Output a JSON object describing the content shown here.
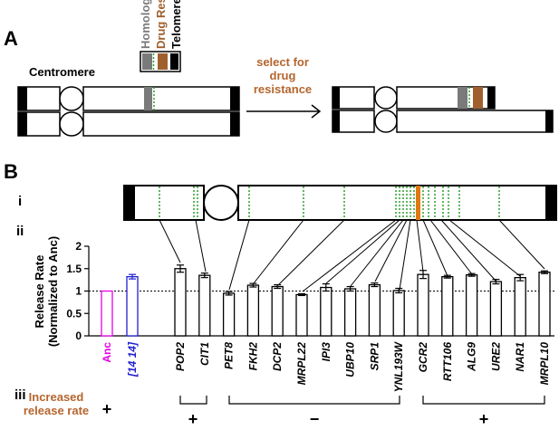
{
  "panels": {
    "a": "A",
    "b": "B"
  },
  "panel_a": {
    "cassette_labels": {
      "homology": "Homology",
      "drug_res": "Drug Res.",
      "telomere": "Telomere"
    },
    "centromere": "Centromere",
    "arrow_label": [
      "select for",
      "drug",
      "resistance"
    ],
    "colors": {
      "homology": "#7a7a7a",
      "drug_res": "#a0602e",
      "telomere": "#000000",
      "green": "#2e9e2e"
    }
  },
  "panel_b": {
    "sub_i": "i",
    "sub_ii": "ii",
    "sub_iii": "iii",
    "increased_label": [
      "Increased",
      "release rate"
    ],
    "groups": [
      {
        "sign": "+"
      },
      {
        "sign": "+"
      },
      {
        "sign": "−"
      },
      {
        "sign": "+"
      }
    ]
  },
  "chart_data": {
    "type": "bar",
    "ylabel": [
      "Release Rate",
      "(Normalized to Anc)"
    ],
    "ylim": [
      0,
      2
    ],
    "yticks": [
      "0",
      "0.5",
      "1",
      "1.5",
      "2"
    ],
    "reference_line": 1,
    "categories": [
      "Anc",
      "[14 14]",
      "POP2",
      "CIT1",
      "PET8",
      "FKH2",
      "DCP2",
      "MRPL22",
      "IPI3",
      "UBP10",
      "SRP1",
      "YNL193W",
      "GCR2",
      "RTT106",
      "ALG9",
      "URE2",
      "NAR1",
      "MRPL10"
    ],
    "values": [
      1.0,
      1.32,
      1.5,
      1.35,
      0.95,
      1.13,
      1.1,
      0.92,
      1.08,
      1.05,
      1.14,
      1.01,
      1.37,
      1.32,
      1.36,
      1.21,
      1.3,
      1.42
    ],
    "errors": [
      0,
      0.05,
      0.08,
      0.05,
      0.04,
      0.04,
      0.04,
      0.02,
      0.08,
      0.05,
      0.04,
      0.05,
      0.09,
      0.03,
      0.03,
      0.05,
      0.07,
      0.03
    ],
    "colors": [
      "#e600e6",
      "#1f1fd1",
      "#000000",
      "#000000",
      "#000000",
      "#000000",
      "#000000",
      "#000000",
      "#000000",
      "#000000",
      "#000000",
      "#000000",
      "#000000",
      "#000000",
      "#000000",
      "#000000",
      "#000000",
      "#000000"
    ]
  }
}
